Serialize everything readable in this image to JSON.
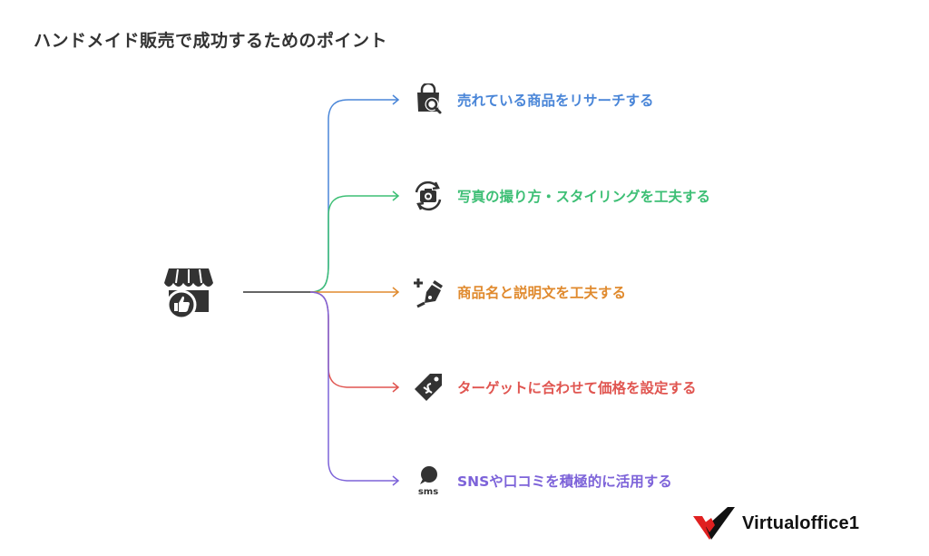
{
  "title": "ハンドメイド販売で成功するためのポイント",
  "hub": {
    "icon": "shop-thumbs-up-icon"
  },
  "items": [
    {
      "label": "売れている商品をリサーチする",
      "icon": "shopping-bag-search-icon",
      "color": "#4a86d8"
    },
    {
      "label": "写真の撮り方・スタイリングを工夫する",
      "icon": "camera-rotate-icon",
      "color": "#3dbf75"
    },
    {
      "label": "商品名と説明文を工夫する",
      "icon": "pen-plus-icon",
      "color": "#e08a2e"
    },
    {
      "label": "ターゲットに合わせて価格を設定する",
      "icon": "price-tag-icon",
      "color": "#e05550"
    },
    {
      "label": "SNSや口コミを積極的に活用する",
      "icon": "sms-bubble-icon",
      "color": "#7d63d9"
    }
  ],
  "brand": {
    "name": "Virtualoffice1"
  }
}
